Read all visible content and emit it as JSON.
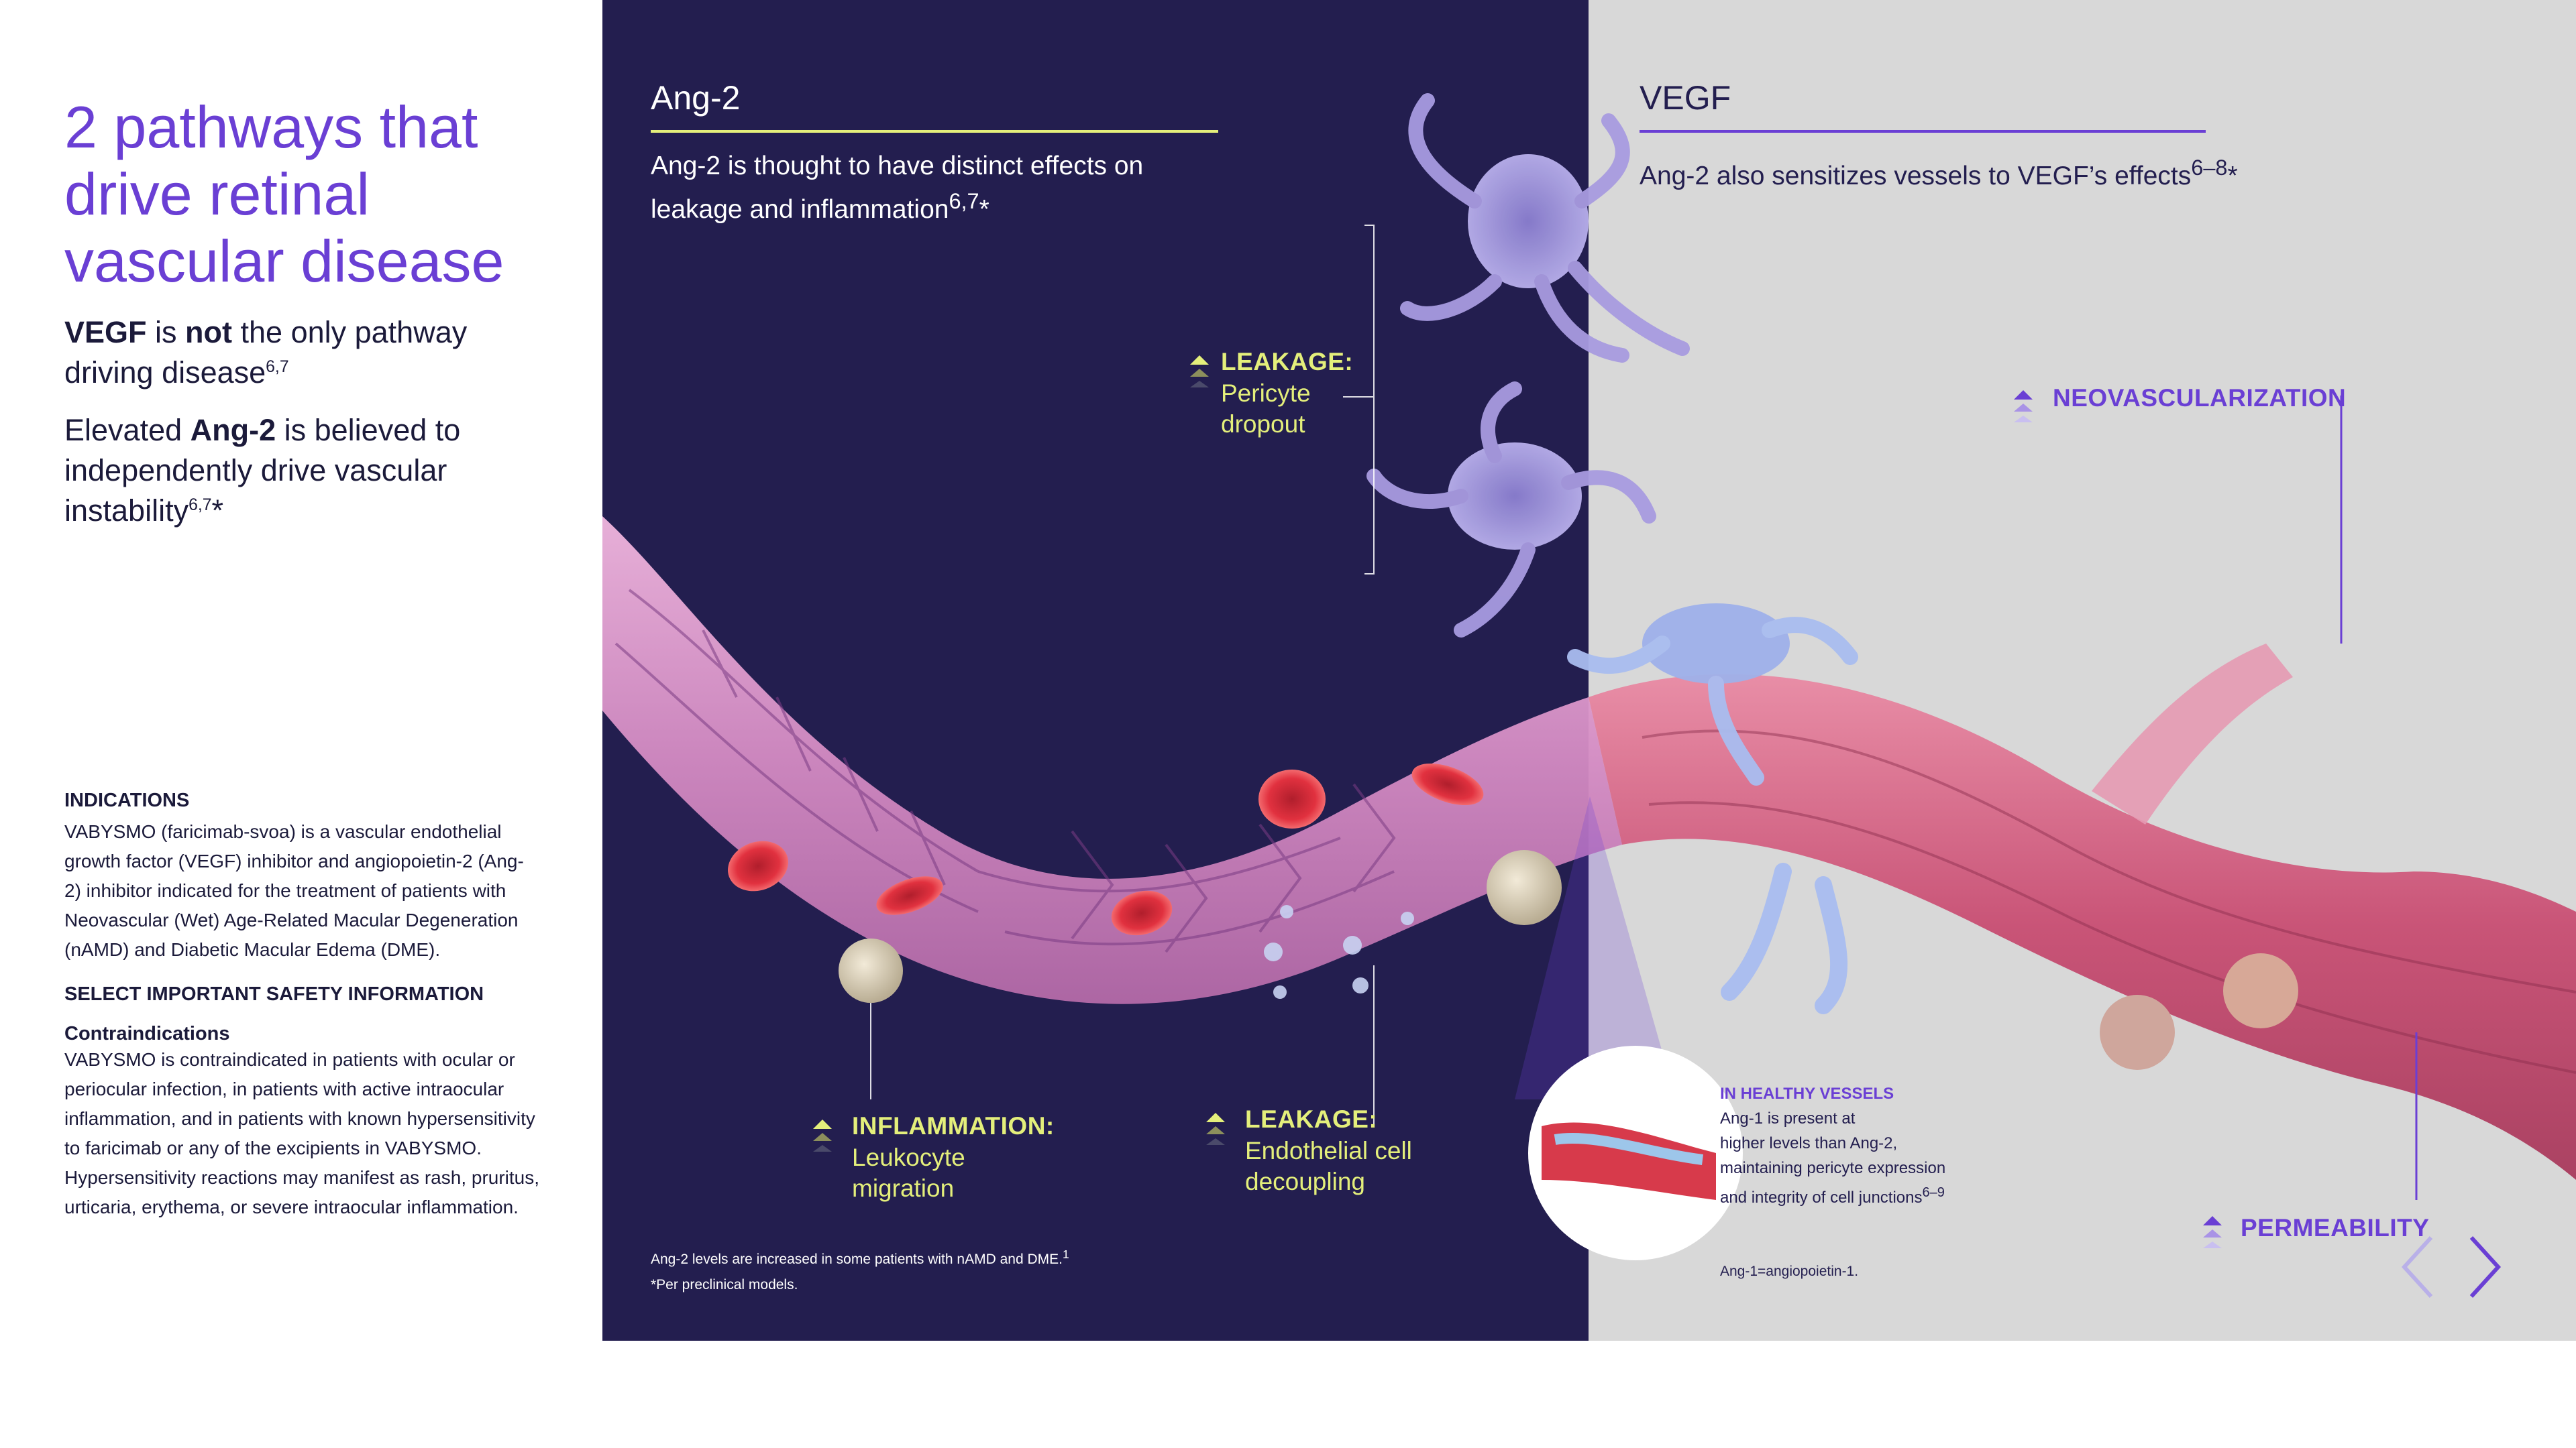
{
  "left": {
    "title_lines": [
      "2 pathways that",
      "drive retinal",
      "vascular disease"
    ],
    "p1": {
      "bold1": "VEGF",
      "t1": " is ",
      "bold2": "not",
      "t2": " the only pathway",
      "t3": "driving disease",
      "sup": "6,7"
    },
    "p2": {
      "t1": "Elevated ",
      "bold": "Ang-2",
      "t2": " is believed to",
      "t3": "independently drive vascular",
      "t4": "instability",
      "sup": "6,7",
      "t5": "*"
    },
    "indications": {
      "heading": "INDICATIONS",
      "lines": [
        "VABYSMO (faricimab-svoa) is a vascular endothelial",
        "growth factor (VEGF) inhibitor and angiopoietin-2 (Ang-",
        "2) inhibitor indicated for the treatment of patients with",
        "Neovascular (Wet) Age-Related Macular Degeneration",
        "(nAMD) and Diabetic Macular Edema (DME)."
      ]
    },
    "safety": {
      "heading": "SELECT IMPORTANT SAFETY INFORMATION",
      "subheading": "Contraindications",
      "lines": [
        "VABYSMO is contraindicated in patients with ocular or",
        "periocular infection, in patients with active intraocular",
        "inflammation, and in patients with known hypersensitivity",
        "to faricimab or any of the excipients in VABYSMO.",
        "Hypersensitivity reactions may manifest as rash, pruritus,",
        "urticaria, erythema, or severe intraocular inflammation."
      ]
    }
  },
  "ang2": {
    "label": "Ang-2",
    "sub_line1": "Ang-2 is thought to have distinct effects on",
    "sub_line2": "leakage and inflammation",
    "sub_sup": "6,7",
    "sub_star": "*",
    "leakage_pericyte": {
      "title": "LEAKAGE:",
      "line1": "Pericyte",
      "line2": "dropout"
    },
    "inflammation": {
      "title": "INFLAMMATION:",
      "line1": "Leukocyte",
      "line2": "migration"
    },
    "leakage_endothelial": {
      "title": "LEAKAGE:",
      "line1": "Endothelial cell",
      "line2": "decoupling"
    },
    "note1": "Ang-2 levels are increased in some patients with nAMD and DME.",
    "note1_sup": "1",
    "note2": "*Per preclinical models."
  },
  "vegf": {
    "label": "VEGF",
    "sub": "Ang-2 also sensitizes vessels to VEGF’s effects",
    "sub_sup": "6–8",
    "sub_star": "*",
    "neovascularization": "NEOVASCULARIZATION",
    "permeability": "PERMEABILITY",
    "healthy": {
      "title": "IN HEALTHY VESSELS",
      "line1": "Ang-1 is present at",
      "line2": "higher levels than Ang-2,",
      "line3": "maintaining pericyte expression",
      "line4": "and integrity of cell junctions",
      "sup": "6–9"
    },
    "abbrev": "Ang-1=angiopoietin-1."
  },
  "nav": {
    "prev_icon": "chevron-left-icon",
    "next_icon": "chevron-right-icon"
  },
  "colors": {
    "purple": "#6a3fd4",
    "navy": "#231e4f",
    "gray": "#d8d8d8",
    "lime": "#e4ef7b",
    "vessel_pink": "#d88ec2",
    "vessel_red": "#c7466b"
  }
}
